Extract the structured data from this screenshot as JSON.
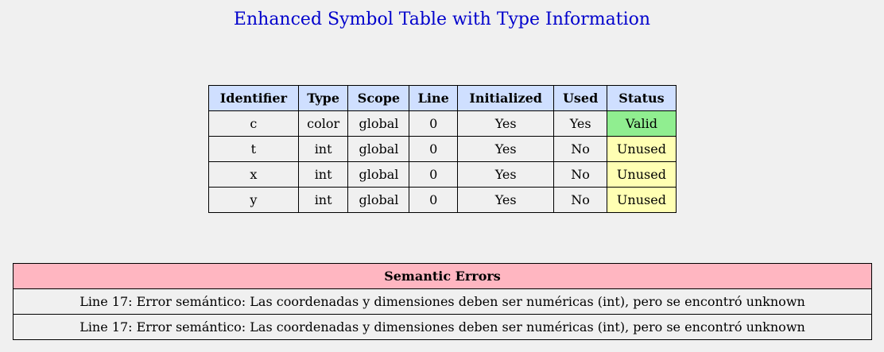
{
  "title": "Enhanced Symbol Table with Type Information",
  "symbol_table": {
    "headers": [
      "Identifier",
      "Type",
      "Scope",
      "Line",
      "Initialized",
      "Used",
      "Status"
    ],
    "rows": [
      [
        "c",
        "color",
        "global",
        "0",
        "Yes",
        "Yes",
        "Valid"
      ],
      [
        "t",
        "int",
        "global",
        "0",
        "Yes",
        "No",
        "Unused"
      ],
      [
        "x",
        "int",
        "global",
        "0",
        "Yes",
        "No",
        "Unused"
      ],
      [
        "y",
        "int",
        "global",
        "0",
        "Yes",
        "No",
        "Unused"
      ]
    ]
  },
  "errors_table": {
    "header": "Semantic Errors",
    "rows": [
      "Line 17: Error semántico: Las coordenadas y dimensiones deben ser numéricas (int), pero se encontró unknown",
      "Line 17: Error semántico: Las coordenadas y dimensiones deben ser numéricas (int), pero se encontró unknown"
    ]
  },
  "colors": {
    "title": "#0000cc",
    "header_bg": "#cfdfff",
    "valid_bg": "#90ee90",
    "unused_bg": "#ffffb3",
    "errors_header_bg": "#ffb6c1",
    "page_bg": "#f0f0f0"
  }
}
